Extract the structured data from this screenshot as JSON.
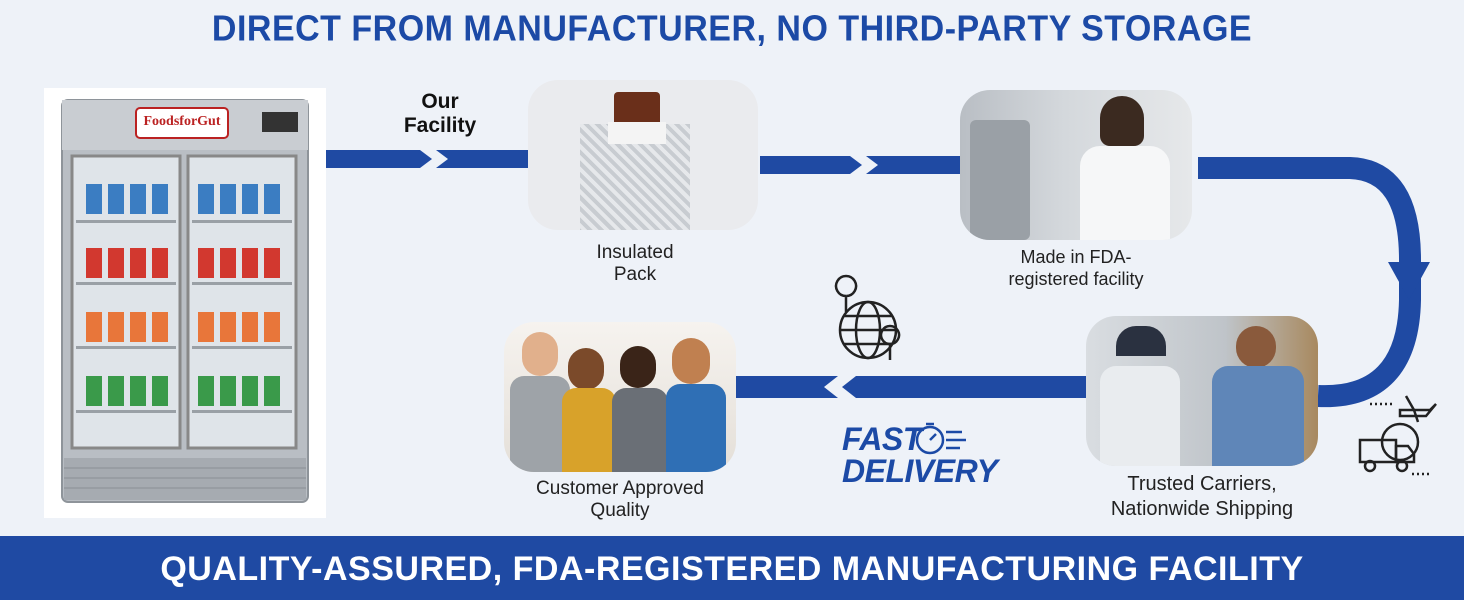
{
  "header": {
    "title": "DIRECT FROM MANUFACTURER, NO THIRD-PARTY STORAGE"
  },
  "footer": {
    "title": "QUALITY-ASSURED, FDA-REGISTERED MANUFACTURING FACILITY"
  },
  "fridge": {
    "brand_logo": "FoodsforGut"
  },
  "steps": {
    "facility": "Our Facility",
    "insulated": "Insulated Pack",
    "made": "Made in FDA-registered facility",
    "carriers": "Trusted Carriers, Nationwide Shipping",
    "customer": "Customer Approved Quality"
  },
  "badge": {
    "line1": "FAST",
    "line2": "DELIVERY"
  },
  "colors": {
    "brand_blue": "#1f4aa3",
    "headline_blue": "#1c4aa6"
  }
}
